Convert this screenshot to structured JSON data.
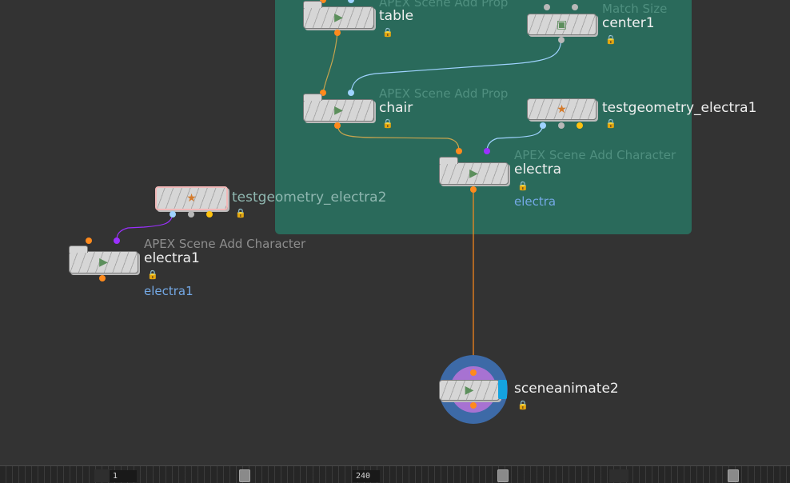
{
  "network": {
    "nodes": [
      {
        "id": "table",
        "type_label": "APEX Scene Add Prop",
        "name": "table"
      },
      {
        "id": "center1",
        "type_label": "Match Size",
        "name": "center1"
      },
      {
        "id": "chair",
        "type_label": "APEX Scene Add Prop",
        "name": "chair"
      },
      {
        "id": "testgeometry_electra1",
        "type_label": "",
        "name": "testgeometry_electra1"
      },
      {
        "id": "electra",
        "type_label": "APEX Scene Add Character",
        "name": "electra",
        "sub_label": "electra"
      },
      {
        "id": "testgeometry_electra2",
        "type_label": "",
        "name": "testgeometry_electra2"
      },
      {
        "id": "electra1",
        "type_label": "APEX Scene Add Character",
        "name": "electra1",
        "sub_label": "electra1"
      },
      {
        "id": "sceneanimate2",
        "type_label": "",
        "name": "sceneanimate2"
      }
    ],
    "colors": {
      "background": "#333333",
      "network_box": "#2a6a5b",
      "wire_default": "#c7a44e",
      "wire_blue": "#9fd3ff",
      "wire_purple": "#9b30ff",
      "wire_orange": "#ff8a1c",
      "display_ring": "#3d6aa7",
      "display_ring_inner": "#a772d2",
      "display_flag": "#14a3e0",
      "selected_outline": "#f2b8b8"
    },
    "icons": {
      "apex_add_prop": "apex-scene-icon",
      "match_size": "match-size-icon",
      "testgeometry": "figure-icon",
      "scene_animate": "scene-animate-icon",
      "lock": "lock-icon"
    }
  },
  "timeline": {
    "start_frame": "1",
    "end_frame": "240"
  }
}
